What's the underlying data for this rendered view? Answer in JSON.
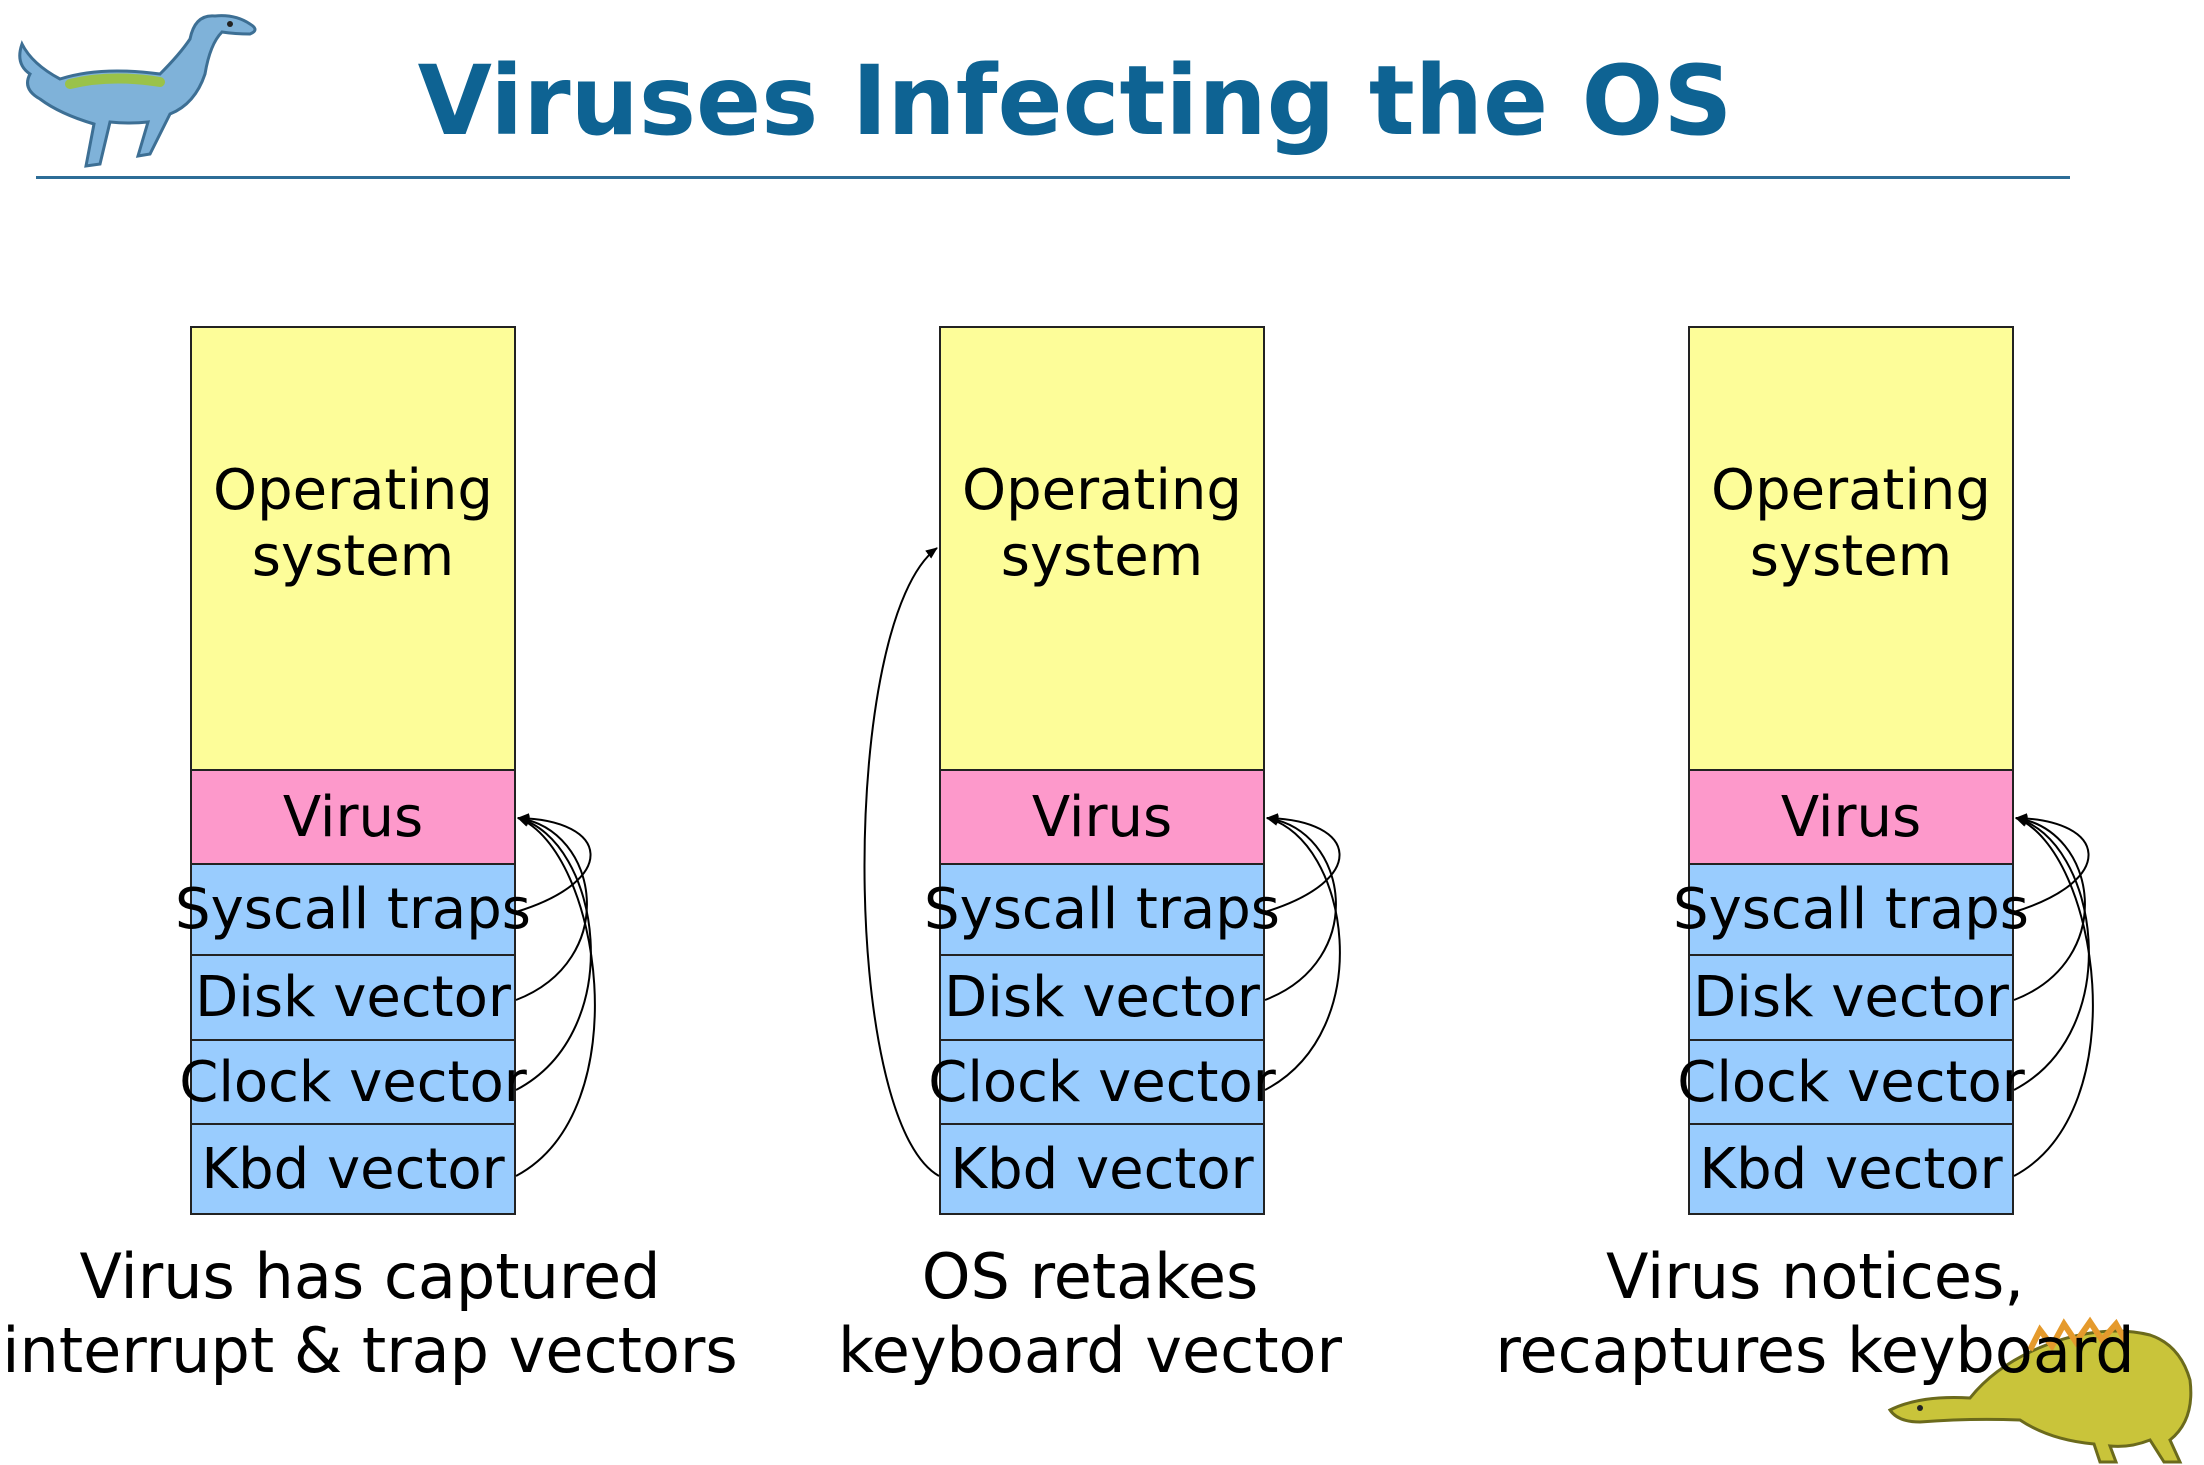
{
  "title": "Viruses Infecting the OS",
  "panels": [
    {
      "segments": {
        "os_line1": "Operating",
        "os_line2": "system",
        "virus": "Virus",
        "syscall": "Syscall traps",
        "disk": "Disk vector",
        "clock": "Clock vector",
        "kbd": "Kbd vector"
      },
      "caption": [
        "Virus has captured",
        "interrupt & trap vectors"
      ]
    },
    {
      "segments": {
        "os_line1": "Operating",
        "os_line2": "system",
        "virus": "Virus",
        "syscall": "Syscall traps",
        "disk": "Disk vector",
        "clock": "Clock vector",
        "kbd": "Kbd vector"
      },
      "caption": [
        "OS retakes",
        "keyboard vector"
      ]
    },
    {
      "segments": {
        "os_line1": "Operating",
        "os_line2": "system",
        "virus": "Virus",
        "syscall": "Syscall traps",
        "disk": "Disk vector",
        "clock": "Clock vector",
        "kbd": "Kbd vector"
      },
      "caption": [
        "Virus notices,",
        "recaptures keyboard"
      ]
    }
  ],
  "colors": {
    "title": "#0e6393",
    "os": "#fdfd99",
    "virus": "#fd99cb",
    "vector": "#99ccfe"
  },
  "icons": [
    "dinosaur-icon-top-left",
    "dinosaur-icon-bottom-right"
  ]
}
